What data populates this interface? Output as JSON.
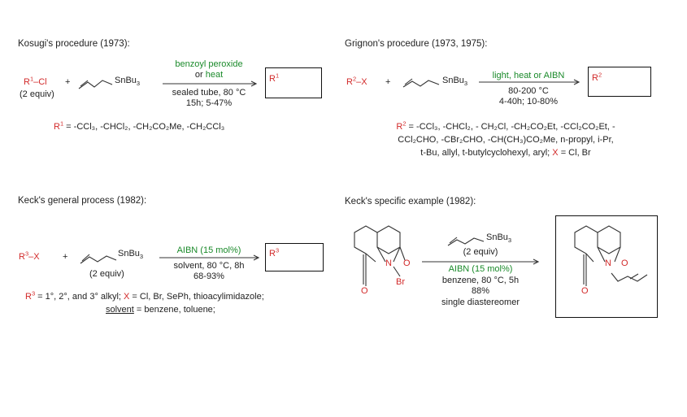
{
  "kosugi": {
    "heading": "Kosugi's procedure (1973):",
    "r_letter": "R",
    "r_sup": "1",
    "dash_cl": "–Cl",
    "plus": "+",
    "equiv": "(2 equiv)",
    "snbu3": "SnBu",
    "sub3": "3",
    "above_1": "benzoyl peroxide",
    "above_2_prefix": "or ",
    "above_2_heat": "heat",
    "below_1": "sealed tube, 80 °C",
    "below_2": "15h; 5-47%",
    "prod_r": "R",
    "prod_sup": "1",
    "def_r": "R",
    "def_sup": "1",
    "def_text": " = -CCl₃, -CHCl₂, -CH₂CO₂Me, -CH₂CCl₃"
  },
  "grignon": {
    "heading": "Grignon's procedure (1973, 1975):",
    "r_letter": "R",
    "r_sup": "2",
    "dash_x": "–X",
    "plus": "+",
    "snbu3": "SnBu",
    "sub3": "3",
    "above": "light, heat or AIBN",
    "below_1": "80-200 °C",
    "below_2": "4-40h; 10-80%",
    "prod_r": "R",
    "prod_sup": "2",
    "def_r": "R",
    "def_sup": "2",
    "def_line1": " = -CCl₃, -CHCl₂, - CH₂Cl, -CH₂CO₂Et, -CCl₂CO₂Et, -",
    "def_line2": "CCl₂CHO, -CBr₂CHO, -CH(CH₃)CO₂Me, n-propyl, i-Pr,",
    "def_line3_a": "t-Bu, allyl, t-butylcyclohexyl, aryl; ",
    "def_line3_x": "X",
    "def_line3_b": " = Cl, Br"
  },
  "keck_general": {
    "heading": "Keck's general process (1982):",
    "r_letter": "R",
    "r_sup": "3",
    "dash_x": "–X",
    "plus": "+",
    "equiv": "(2 equiv)",
    "snbu3": "SnBu",
    "sub3": "3",
    "above": "AIBN (15 mol%)",
    "below_1": "solvent, 80 °C, 8h",
    "below_2": "68-93%",
    "prod_r": "R",
    "prod_sup": "3",
    "def_r": "R",
    "def_sup": "3",
    "def_a": " = 1°, 2°, and 3° alkyl; ",
    "def_x": "X",
    "def_b": " = Cl, Br, SePh, thioacylimidazole;",
    "solvent_word": "solvent",
    "solvent_rest": " = benzene, toluene;"
  },
  "keck_specific": {
    "heading": "Keck's specific example (1982):",
    "snbu3": "SnBu",
    "sub3": "3",
    "equiv": "(2 equiv)",
    "aibn": "AIBN (15 mol%)",
    "cond": "benzene, 80 °C, 5h",
    "yield": "88%",
    "note": "single diastereomer",
    "atom_n": "N",
    "atom_o": "O",
    "atom_br": "Br",
    "atom_o_carbonyl": "O",
    "prod_atom_n": "N",
    "prod_atom_o": "O",
    "prod_atom_o_carbonyl": "O"
  },
  "colors": {
    "red": "#d22a2a",
    "green": "#1a8a2a",
    "black": "#111111"
  }
}
